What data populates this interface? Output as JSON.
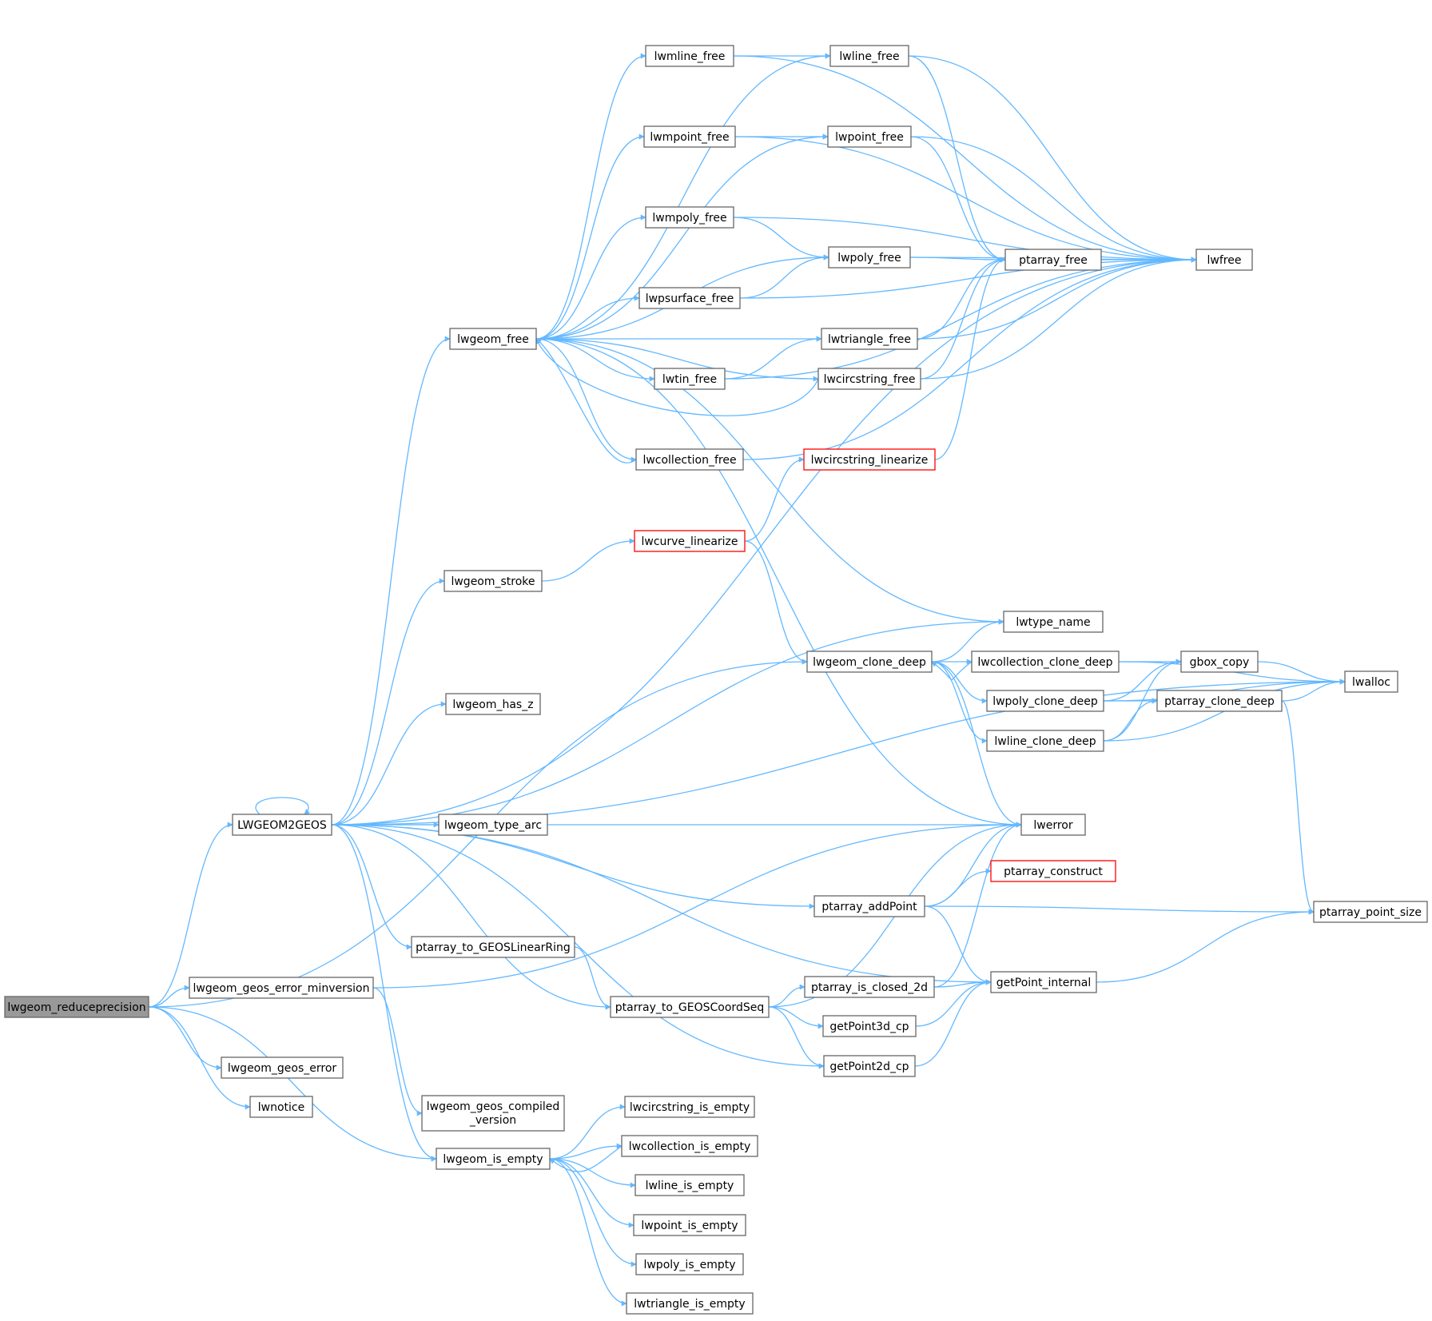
{
  "colors": {
    "edge": "#63b8ff",
    "box_border": "#666666",
    "root_fill": "#999999",
    "red_border": "#ff0000"
  },
  "nodes": [
    {
      "id": "lwgeom_reduceprecision",
      "label": "lwgeom_reduceprecision",
      "style": "root"
    },
    {
      "id": "LWGEOM2GEOS",
      "label": "LWGEOM2GEOS"
    },
    {
      "id": "lwgeom_geos_error_minversion",
      "label": "lwgeom_geos_error_minversion"
    },
    {
      "id": "lwgeom_geos_error",
      "label": "lwgeom_geos_error"
    },
    {
      "id": "lwnotice",
      "label": "lwnotice"
    },
    {
      "id": "lwgeom_free",
      "label": "lwgeom_free"
    },
    {
      "id": "lwgeom_stroke",
      "label": "lwgeom_stroke"
    },
    {
      "id": "lwgeom_has_z",
      "label": "lwgeom_has_z"
    },
    {
      "id": "lwgeom_type_arc",
      "label": "lwgeom_type_arc"
    },
    {
      "id": "ptarray_to_GEOSLinearRing",
      "label": "ptarray_to_GEOSLinearRing"
    },
    {
      "id": "lwgeom_geos_compiled_version",
      "label": "lwgeom_geos_compiled",
      "label2": "_version"
    },
    {
      "id": "lwgeom_is_empty",
      "label": "lwgeom_is_empty"
    },
    {
      "id": "lwmline_free",
      "label": "lwmline_free"
    },
    {
      "id": "lwmpoint_free",
      "label": "lwmpoint_free"
    },
    {
      "id": "lwmpoly_free",
      "label": "lwmpoly_free"
    },
    {
      "id": "lwpsurface_free",
      "label": "lwpsurface_free"
    },
    {
      "id": "lwtin_free",
      "label": "lwtin_free"
    },
    {
      "id": "lwcollection_free",
      "label": "lwcollection_free"
    },
    {
      "id": "lwcurve_linearize",
      "label": "lwcurve_linearize",
      "style": "red"
    },
    {
      "id": "ptarray_to_GEOSCoordSeq",
      "label": "ptarray_to_GEOSCoordSeq"
    },
    {
      "id": "lwcircstring_is_empty",
      "label": "lwcircstring_is_empty"
    },
    {
      "id": "lwcollection_is_empty",
      "label": "lwcollection_is_empty"
    },
    {
      "id": "lwline_is_empty",
      "label": "lwline_is_empty"
    },
    {
      "id": "lwpoint_is_empty",
      "label": "lwpoint_is_empty"
    },
    {
      "id": "lwpoly_is_empty",
      "label": "lwpoly_is_empty"
    },
    {
      "id": "lwtriangle_is_empty",
      "label": "lwtriangle_is_empty"
    },
    {
      "id": "lwline_free",
      "label": "lwline_free"
    },
    {
      "id": "lwpoint_free",
      "label": "lwpoint_free"
    },
    {
      "id": "lwpoly_free",
      "label": "lwpoly_free"
    },
    {
      "id": "lwtriangle_free",
      "label": "lwtriangle_free"
    },
    {
      "id": "lwcircstring_free",
      "label": "lwcircstring_free"
    },
    {
      "id": "lwcircstring_linearize",
      "label": "lwcircstring_linearize",
      "style": "red"
    },
    {
      "id": "lwgeom_clone_deep",
      "label": "lwgeom_clone_deep"
    },
    {
      "id": "ptarray_addPoint",
      "label": "ptarray_addPoint"
    },
    {
      "id": "ptarray_is_closed_2d",
      "label": "ptarray_is_closed_2d"
    },
    {
      "id": "getPoint3d_cp",
      "label": "getPoint3d_cp"
    },
    {
      "id": "getPoint2d_cp",
      "label": "getPoint2d_cp"
    },
    {
      "id": "ptarray_free",
      "label": "ptarray_free"
    },
    {
      "id": "lwtype_name",
      "label": "lwtype_name"
    },
    {
      "id": "lwcollection_clone_deep",
      "label": "lwcollection_clone_deep"
    },
    {
      "id": "lwpoly_clone_deep",
      "label": "lwpoly_clone_deep"
    },
    {
      "id": "lwline_clone_deep",
      "label": "lwline_clone_deep"
    },
    {
      "id": "lwerror",
      "label": "lwerror"
    },
    {
      "id": "ptarray_construct",
      "label": "ptarray_construct",
      "style": "red"
    },
    {
      "id": "getPoint_internal",
      "label": "getPoint_internal"
    },
    {
      "id": "lwfree",
      "label": "lwfree"
    },
    {
      "id": "gbox_copy",
      "label": "gbox_copy"
    },
    {
      "id": "ptarray_clone_deep",
      "label": "ptarray_clone_deep"
    },
    {
      "id": "lwalloc",
      "label": "lwalloc"
    },
    {
      "id": "ptarray_point_size",
      "label": "ptarray_point_size"
    }
  ],
  "edges": [
    [
      "lwgeom_reduceprecision",
      "LWGEOM2GEOS"
    ],
    [
      "lwgeom_reduceprecision",
      "lwgeom_geos_error_minversion"
    ],
    [
      "lwgeom_reduceprecision",
      "lwgeom_geos_error"
    ],
    [
      "lwgeom_reduceprecision",
      "lwnotice"
    ],
    [
      "lwgeom_reduceprecision",
      "lwgeom_clone_deep"
    ],
    [
      "lwgeom_reduceprecision",
      "lwgeom_is_empty"
    ],
    [
      "LWGEOM2GEOS",
      "LWGEOM2GEOS"
    ],
    [
      "LWGEOM2GEOS",
      "lwgeom_free"
    ],
    [
      "LWGEOM2GEOS",
      "lwgeom_stroke"
    ],
    [
      "LWGEOM2GEOS",
      "lwgeom_has_z"
    ],
    [
      "LWGEOM2GEOS",
      "lwgeom_type_arc"
    ],
    [
      "LWGEOM2GEOS",
      "ptarray_to_GEOSLinearRing"
    ],
    [
      "LWGEOM2GEOS",
      "lwgeom_is_empty"
    ],
    [
      "LWGEOM2GEOS",
      "ptarray_to_GEOSCoordSeq"
    ],
    [
      "LWGEOM2GEOS",
      "lwfree"
    ],
    [
      "LWGEOM2GEOS",
      "lwtype_name"
    ],
    [
      "LWGEOM2GEOS",
      "lwerror"
    ],
    [
      "LWGEOM2GEOS",
      "ptarray_addPoint"
    ],
    [
      "LWGEOM2GEOS",
      "getPoint_internal"
    ],
    [
      "LWGEOM2GEOS",
      "getPoint2d_cp"
    ],
    [
      "LWGEOM2GEOS",
      "lwalloc"
    ],
    [
      "lwgeom_geos_error_minversion",
      "lwerror"
    ],
    [
      "lwgeom_geos_error_minversion",
      "lwgeom_geos_compiled_version"
    ],
    [
      "lwgeom_free",
      "lwmline_free"
    ],
    [
      "lwgeom_free",
      "lwline_free"
    ],
    [
      "lwgeom_free",
      "lwmpoint_free"
    ],
    [
      "lwgeom_free",
      "lwpoint_free"
    ],
    [
      "lwgeom_free",
      "lwmpoly_free"
    ],
    [
      "lwgeom_free",
      "lwpoly_free"
    ],
    [
      "lwgeom_free",
      "lwpsurface_free"
    ],
    [
      "lwgeom_free",
      "lwtriangle_free"
    ],
    [
      "lwgeom_free",
      "lwtin_free"
    ],
    [
      "lwgeom_free",
      "lwcircstring_free"
    ],
    [
      "lwgeom_free",
      "lwcollection_free"
    ],
    [
      "lwgeom_free",
      "lwtype_name"
    ],
    [
      "lwgeom_free",
      "lwerror"
    ],
    [
      "lwcircstring_free",
      "lwgeom_free"
    ],
    [
      "lwcollection_free",
      "lwgeom_free"
    ],
    [
      "lwgeom_stroke",
      "lwcurve_linearize"
    ],
    [
      "lwcurve_linearize",
      "lwcircstring_linearize"
    ],
    [
      "lwcurve_linearize",
      "lwgeom_clone_deep"
    ],
    [
      "lwcircstring_linearize",
      "ptarray_free"
    ],
    [
      "ptarray_to_GEOSLinearRing",
      "ptarray_to_GEOSCoordSeq"
    ],
    [
      "ptarray_to_GEOSCoordSeq",
      "ptarray_is_closed_2d"
    ],
    [
      "ptarray_to_GEOSCoordSeq",
      "getPoint3d_cp"
    ],
    [
      "ptarray_to_GEOSCoordSeq",
      "getPoint2d_cp"
    ],
    [
      "ptarray_to_GEOSCoordSeq",
      "lwerror"
    ],
    [
      "lwgeom_is_empty",
      "lwcircstring_is_empty"
    ],
    [
      "lwgeom_is_empty",
      "lwcollection_is_empty"
    ],
    [
      "lwcollection_is_empty",
      "lwgeom_is_empty"
    ],
    [
      "lwgeom_is_empty",
      "lwline_is_empty"
    ],
    [
      "lwgeom_is_empty",
      "lwpoint_is_empty"
    ],
    [
      "lwgeom_is_empty",
      "lwpoly_is_empty"
    ],
    [
      "lwgeom_is_empty",
      "lwtriangle_is_empty"
    ],
    [
      "lwmline_free",
      "lwline_free"
    ],
    [
      "lwmline_free",
      "lwfree"
    ],
    [
      "lwline_free",
      "ptarray_free"
    ],
    [
      "lwline_free",
      "lwfree"
    ],
    [
      "lwmpoint_free",
      "lwpoint_free"
    ],
    [
      "lwmpoint_free",
      "lwfree"
    ],
    [
      "lwpoint_free",
      "ptarray_free"
    ],
    [
      "lwpoint_free",
      "lwfree"
    ],
    [
      "lwmpoly_free",
      "lwpoly_free"
    ],
    [
      "lwmpoly_free",
      "lwfree"
    ],
    [
      "lwpoly_free",
      "ptarray_free"
    ],
    [
      "lwpoly_free",
      "lwfree"
    ],
    [
      "lwpsurface_free",
      "lwpoly_free"
    ],
    [
      "lwpsurface_free",
      "lwfree"
    ],
    [
      "lwtin_free",
      "lwtriangle_free"
    ],
    [
      "lwtin_free",
      "lwfree"
    ],
    [
      "lwtriangle_free",
      "ptarray_free"
    ],
    [
      "lwtriangle_free",
      "lwfree"
    ],
    [
      "lwcircstring_free",
      "ptarray_free"
    ],
    [
      "lwcircstring_free",
      "lwfree"
    ],
    [
      "lwcollection_free",
      "lwfree"
    ],
    [
      "ptarray_free",
      "lwfree"
    ],
    [
      "lwgeom_clone_deep",
      "lwtype_name"
    ],
    [
      "lwgeom_clone_deep",
      "lwcollection_clone_deep"
    ],
    [
      "lwcollection_clone_deep",
      "lwgeom_clone_deep"
    ],
    [
      "lwgeom_clone_deep",
      "lwpoly_clone_deep"
    ],
    [
      "lwgeom_clone_deep",
      "lwline_clone_deep"
    ],
    [
      "lwgeom_clone_deep",
      "lwerror"
    ],
    [
      "lwcollection_clone_deep",
      "gbox_copy"
    ],
    [
      "lwcollection_clone_deep",
      "lwalloc"
    ],
    [
      "lwpoly_clone_deep",
      "gbox_copy"
    ],
    [
      "lwpoly_clone_deep",
      "ptarray_clone_deep"
    ],
    [
      "lwpoly_clone_deep",
      "lwalloc"
    ],
    [
      "lwline_clone_deep",
      "gbox_copy"
    ],
    [
      "lwline_clone_deep",
      "ptarray_clone_deep"
    ],
    [
      "lwline_clone_deep",
      "lwalloc"
    ],
    [
      "gbox_copy",
      "lwalloc"
    ],
    [
      "ptarray_clone_deep",
      "lwalloc"
    ],
    [
      "ptarray_clone_deep",
      "ptarray_point_size"
    ],
    [
      "ptarray_addPoint",
      "lwerror"
    ],
    [
      "ptarray_addPoint",
      "ptarray_construct"
    ],
    [
      "ptarray_addPoint",
      "ptarray_point_size"
    ],
    [
      "ptarray_addPoint",
      "getPoint_internal"
    ],
    [
      "ptarray_is_closed_2d",
      "lwerror"
    ],
    [
      "ptarray_is_closed_2d",
      "getPoint_internal"
    ],
    [
      "getPoint3d_cp",
      "getPoint_internal"
    ],
    [
      "getPoint2d_cp",
      "getPoint_internal"
    ],
    [
      "getPoint_internal",
      "ptarray_point_size"
    ]
  ]
}
